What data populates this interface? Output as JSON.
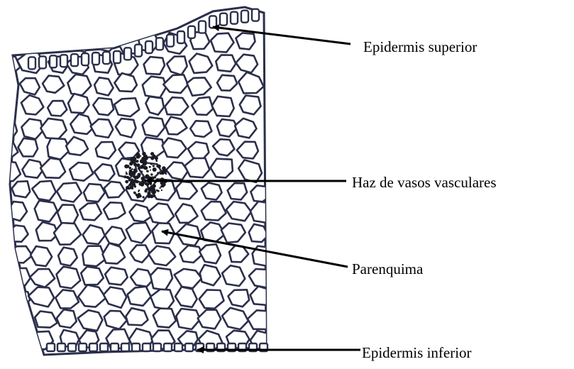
{
  "labels": {
    "upper_epidermis": "Epidermis superior",
    "vascular_bundle": "Haz de vasos vasculares",
    "parenchyma": "Parenquima",
    "lower_epidermis": "Epidermis inferior"
  },
  "colors": {
    "background": "#ffffff",
    "cell_wall": "#2b2f4a",
    "vascular_bundle": "#1a1a22",
    "arrow": "#000000",
    "text": "#000000"
  }
}
